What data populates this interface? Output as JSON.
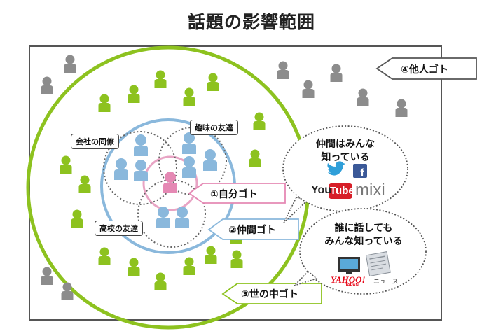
{
  "title": "話題の影響範囲",
  "colors": {
    "gray": "#8c8c8c",
    "green": "#8dc21f",
    "blue": "#8ab8dc",
    "pink": "#e589b4",
    "ring_green": "#8dc21f",
    "ring_blue": "#8ab8dc",
    "ring_pink": "#e8a4c4"
  },
  "groups": {
    "colleagues": "会社の同僚",
    "hobby_friends": "趣味の友達",
    "school_friends": "高校の友達"
  },
  "levels": {
    "self": "①自分ゴト",
    "peers": "②仲間ゴト",
    "society": "③世の中ゴト",
    "others": "④他人ゴト"
  },
  "bubble_peers": {
    "line1": "仲間はみんな",
    "line2": "知っている",
    "icons": [
      "twitter-icon",
      "facebook-icon"
    ],
    "logos": {
      "youtube_you": "You",
      "youtube_tube": "Tube",
      "mixi": "mixi"
    }
  },
  "bubble_society": {
    "line1": "誰に話しても",
    "line2": "みんな知っている",
    "icons": [
      "tv-icon",
      "newspaper-icon"
    ],
    "logos": {
      "yahoo": "YAHOO!",
      "yahoo_sub": "JAPAN",
      "news": "ニュース"
    }
  }
}
